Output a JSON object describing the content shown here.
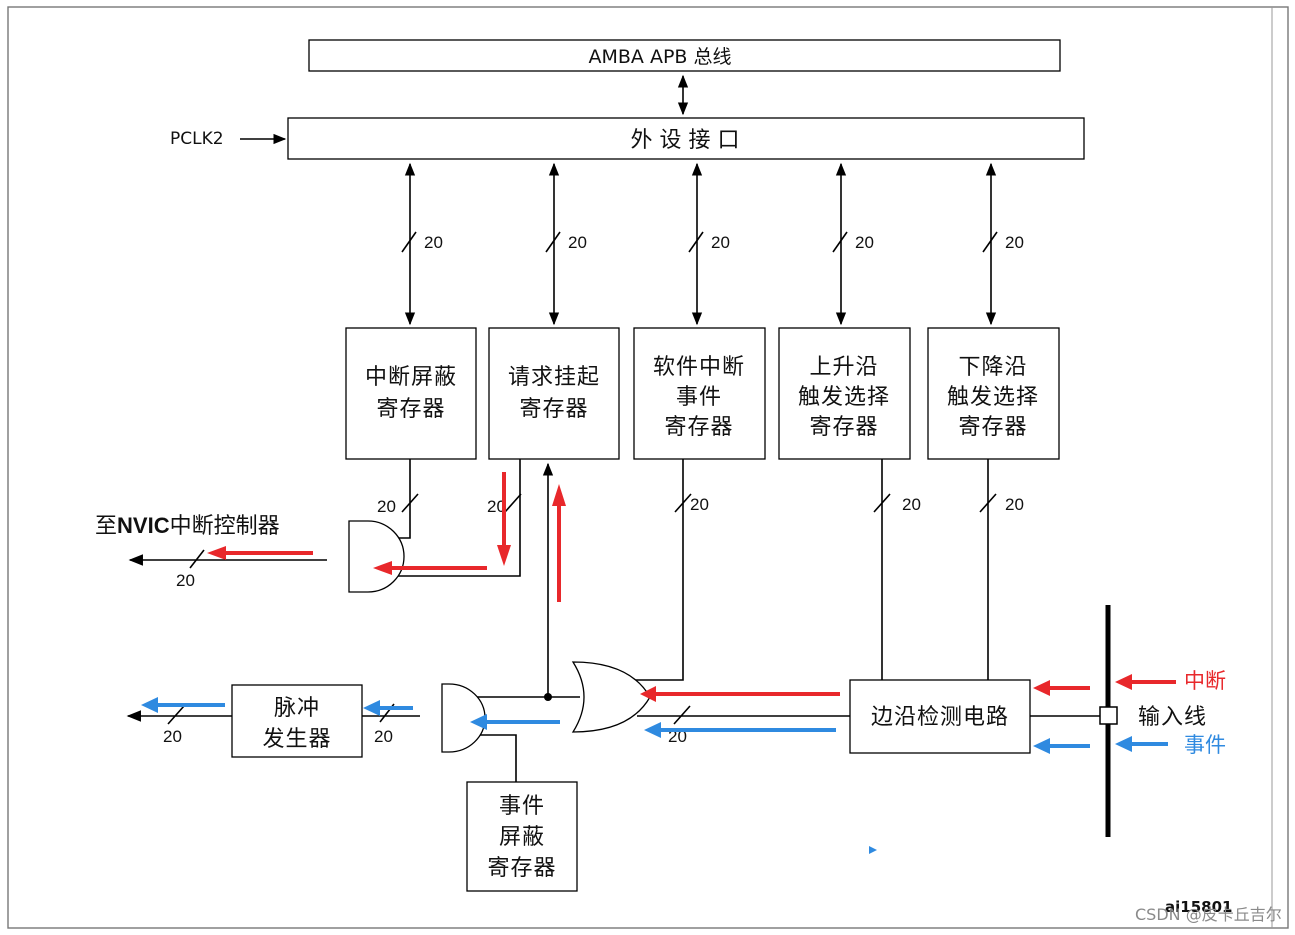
{
  "bus": {
    "label": "AMBA APB 总线"
  },
  "clock": {
    "label": "PCLK2"
  },
  "interface": {
    "label": "外 设 接 口"
  },
  "registers": [
    {
      "line1": "中断屏蔽",
      "line2": "寄存器",
      "line3": ""
    },
    {
      "line1": "请求挂起",
      "line2": "寄存器",
      "line3": ""
    },
    {
      "line1": "软件中断",
      "line2": "事件",
      "line3": "寄存器"
    },
    {
      "line1": "上升沿",
      "line2": "触发选择",
      "line3": "寄存器"
    },
    {
      "line1": "下降沿",
      "line2": "触发选择",
      "line3": "寄存器"
    }
  ],
  "bus_width": "20",
  "nvic": {
    "prefix": "至",
    "bold": "NVIC",
    "suffix": "中断控制器"
  },
  "pulse": {
    "line1": "脉冲",
    "line2": "发生器"
  },
  "event_mask": {
    "line1": "事件",
    "line2": "屏蔽",
    "line3": "寄存器"
  },
  "edge_detect": {
    "label": "边沿检测电路"
  },
  "input_line": {
    "label": "输入线"
  },
  "legend": {
    "interrupt": "中断",
    "event": "事件"
  },
  "colors": {
    "interrupt": "#e8282b",
    "event": "#2f8ae0",
    "line": "#000000"
  },
  "figure_id": "ai15801",
  "watermark": "CSDN @皮卡丘吉尔"
}
